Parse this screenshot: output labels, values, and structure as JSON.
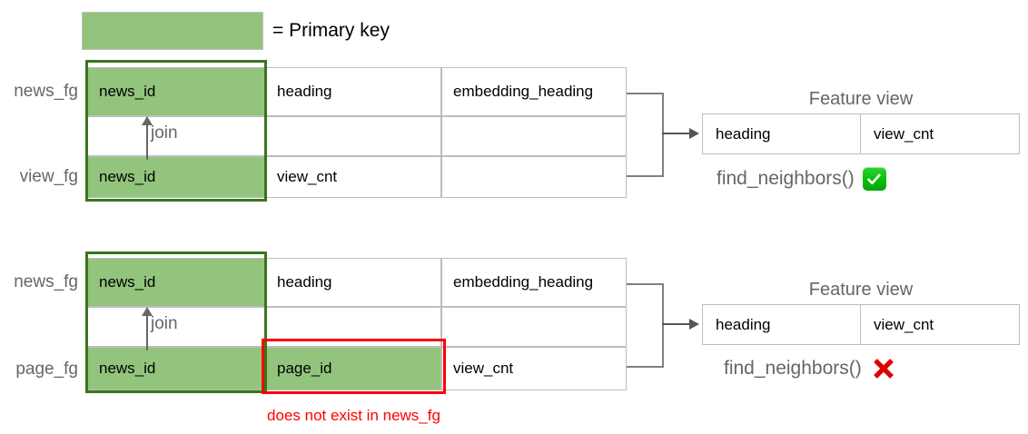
{
  "legend": {
    "swatch_color": "#93c47d",
    "text": "= Primary key"
  },
  "colors": {
    "primary_key_fill": "#93c47d",
    "join_box_border": "#38761d",
    "error_box_border": "#ff0000",
    "label_gray": "#666666",
    "cell_border": "#bdbdbd",
    "connector_gray": "#808080"
  },
  "sections": [
    {
      "id": "good-example",
      "rows": [
        {
          "label": "news_fg",
          "cells": [
            {
              "text": "news_id",
              "primary_key": true
            },
            {
              "text": "heading",
              "primary_key": false
            },
            {
              "text": "embedding_heading",
              "primary_key": false
            }
          ]
        },
        {
          "label": "view_fg",
          "cells": [
            {
              "text": "news_id",
              "primary_key": true
            },
            {
              "text": "view_cnt",
              "primary_key": false
            },
            {
              "text": "",
              "primary_key": false
            }
          ]
        }
      ],
      "join_label": "join",
      "feature_view": {
        "title": "Feature view",
        "columns": [
          "heading",
          "view_cnt"
        ]
      },
      "function_label": "find_neighbors()",
      "status": "ok",
      "status_icon": "check-mark-icon",
      "note": ""
    },
    {
      "id": "bad-example",
      "rows": [
        {
          "label": "news_fg",
          "cells": [
            {
              "text": "news_id",
              "primary_key": true
            },
            {
              "text": "heading",
              "primary_key": false
            },
            {
              "text": "embedding_heading",
              "primary_key": false
            }
          ]
        },
        {
          "label": "page_fg",
          "cells": [
            {
              "text": "news_id",
              "primary_key": true
            },
            {
              "text": "page_id",
              "primary_key": true
            },
            {
              "text": "view_cnt",
              "primary_key": false
            }
          ]
        }
      ],
      "join_label": "join",
      "feature_view": {
        "title": "Feature view",
        "columns": [
          "heading",
          "view_cnt"
        ]
      },
      "function_label": "find_neighbors()",
      "status": "error",
      "status_icon": "cross-mark-icon",
      "note": "does not exist in news_fg"
    }
  ]
}
